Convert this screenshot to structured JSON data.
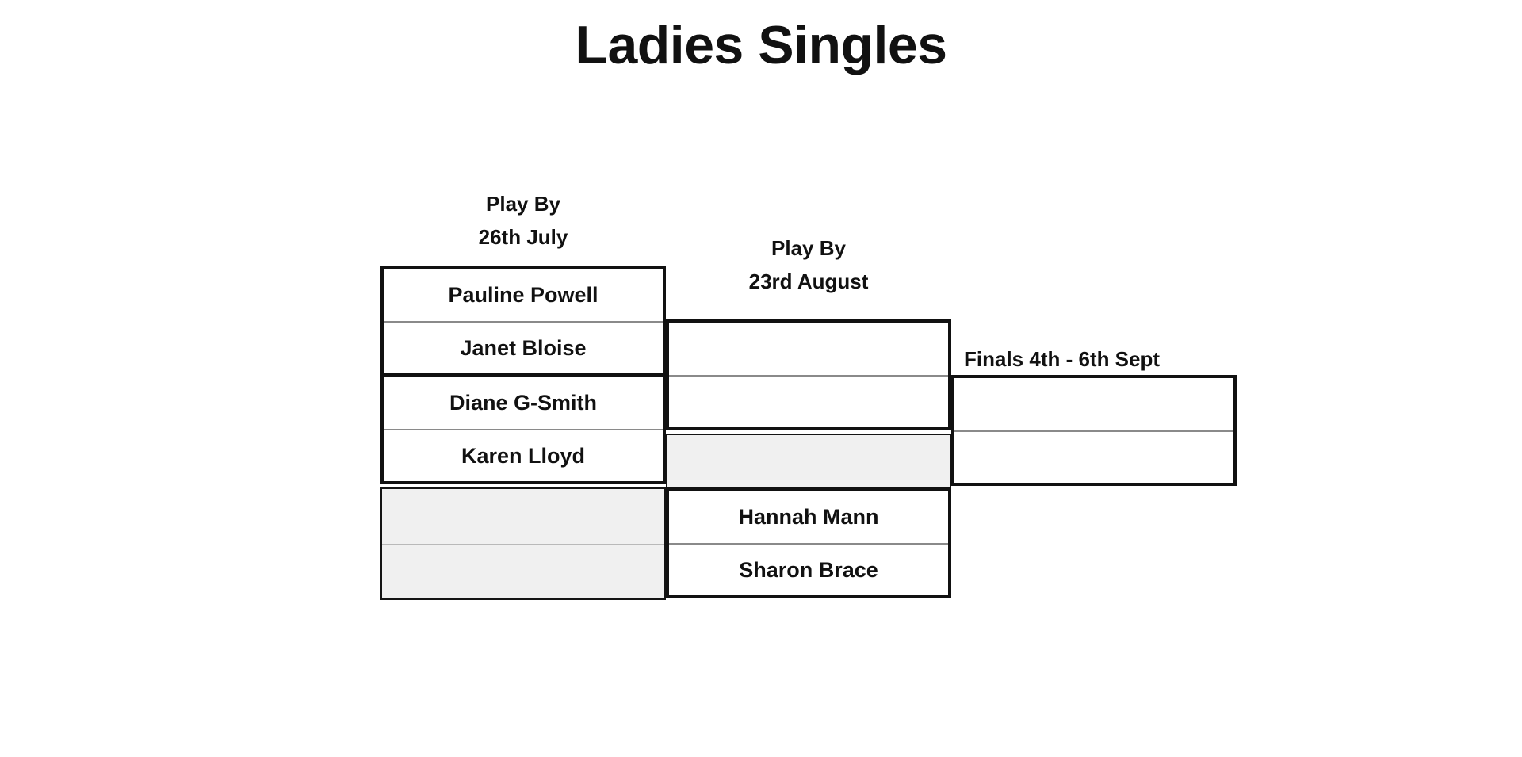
{
  "page": {
    "title": "Ladies Singles",
    "background": "#ffffff",
    "ink": "#111111",
    "muted_fill": "#f0f0f0",
    "divider": "#8a8a8a"
  },
  "rounds": [
    {
      "id": "round-1",
      "heading_line1": "Play By",
      "heading_line2": "26th July",
      "matches": [
        {
          "id": "r1-m1",
          "empty": false,
          "slots": [
            {
              "name": "Pauline Powell",
              "empty": false
            },
            {
              "name": "Janet Bloise",
              "empty": false
            }
          ]
        },
        {
          "id": "r1-m2",
          "empty": false,
          "slots": [
            {
              "name": "Diane G-Smith",
              "empty": false
            },
            {
              "name": "Karen Lloyd",
              "empty": false
            }
          ]
        },
        {
          "id": "r1-m3",
          "empty": true,
          "slots": [
            {
              "name": "",
              "empty": true
            },
            {
              "name": "",
              "empty": true
            }
          ]
        },
        {
          "id": "r1-m4",
          "empty": true,
          "slots": [
            {
              "name": "",
              "empty": true
            },
            {
              "name": "",
              "empty": true
            }
          ]
        }
      ]
    },
    {
      "id": "round-2",
      "heading_line1": "Play By",
      "heading_line2": "23rd August",
      "matches": [
        {
          "id": "r2-m1",
          "empty": false,
          "slots": [
            {
              "name": "",
              "empty": true
            },
            {
              "name": "",
              "empty": true
            }
          ]
        },
        {
          "id": "r2-m2",
          "empty": true,
          "slots": [
            {
              "name": "",
              "empty": true
            }
          ]
        },
        {
          "id": "r2-m3",
          "empty": false,
          "slots": [
            {
              "name": "Hannah Mann",
              "empty": false
            },
            {
              "name": "Sharon Brace",
              "empty": false
            }
          ]
        }
      ]
    },
    {
      "id": "round-3",
      "heading_line1": "Finals 4th - 6th Sept",
      "heading_line2": "",
      "matches": [
        {
          "id": "r3-m1",
          "empty": false,
          "slots": [
            {
              "name": "",
              "empty": true
            },
            {
              "name": "",
              "empty": true
            }
          ]
        }
      ]
    }
  ]
}
